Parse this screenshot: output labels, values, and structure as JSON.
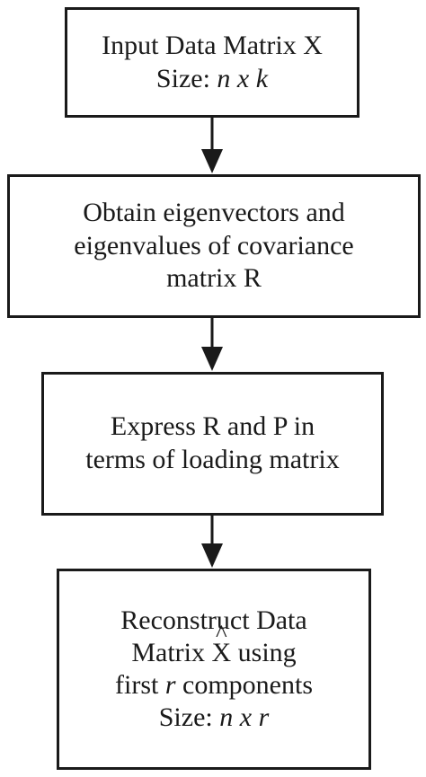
{
  "steps": [
    {
      "line1": "Input Data Matrix X",
      "line2_label": "Size: ",
      "line2_dims": "n x k"
    },
    {
      "line1": "Obtain eigenvectors and",
      "line2": "eigenvalues of covariance",
      "line3": "matrix R"
    },
    {
      "line1": "Express R and P in",
      "line2": "terms of loading matrix"
    },
    {
      "line1": "Reconstruct Data",
      "line2_pre": "Matrix ",
      "line2_symbol": "X",
      "line2_hat": "^",
      "line2_post": " using",
      "line3_pre": "first ",
      "line3_var": "r",
      "line3_post": " components",
      "line4_label": "Size: ",
      "line4_dims": "n x r"
    }
  ]
}
